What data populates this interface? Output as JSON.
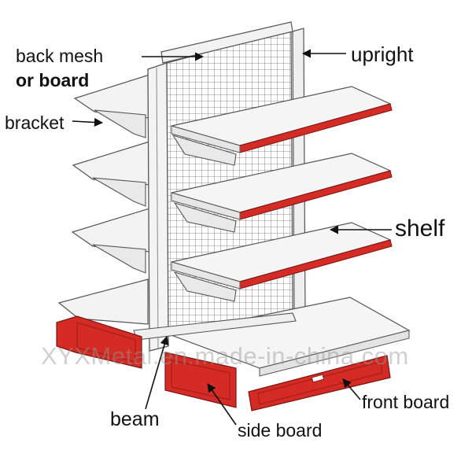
{
  "labels": {
    "back_mesh_line1": "back mesh",
    "back_mesh_line2": "or board",
    "upright": "upright",
    "bracket": "bracket",
    "shelf": "shelf",
    "front_board": "front board",
    "beam": "beam",
    "side_board": "side board"
  },
  "watermark": "XYXMetal.en.made-in-china.com",
  "colors": {
    "board_red": "#d42b24",
    "board_red_dark": "#a81e19",
    "shelf_top": "#f4f4f4",
    "line": "#555555",
    "arrow": "#111111"
  }
}
